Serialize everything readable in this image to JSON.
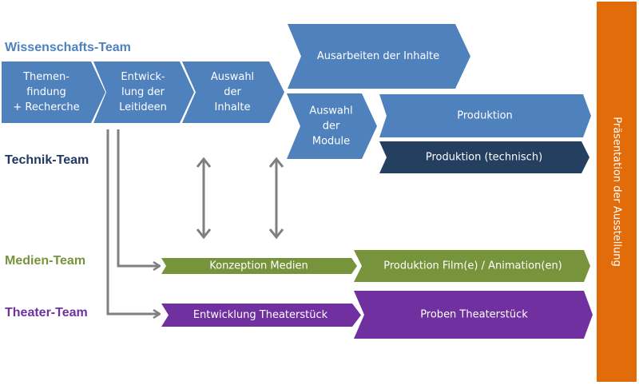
{
  "teams": {
    "wissenschaft": {
      "label": "Wissenschafts-Team",
      "color": "#4f81bd"
    },
    "technik": {
      "label": "Technik-Team",
      "color": "#1f3864"
    },
    "medien": {
      "label": "Medien-Team",
      "color": "#77933c"
    },
    "theater": {
      "label": "Theater-Team",
      "color": "#7030a0"
    }
  },
  "colors": {
    "blue": "#4f81bd",
    "dark_blue": "#243f60",
    "green": "#77933c",
    "purple": "#7030a0",
    "orange": "#e36c0a",
    "connector": "#7f7f7f"
  },
  "steps": {
    "themenfindung": [
      "Themen-",
      "findung",
      "+ Recherche"
    ],
    "leitideen": [
      "Entwick-",
      "lung der",
      "Leitideen"
    ],
    "auswahl_inhalte": [
      "Auswahl",
      "der",
      "Inhalte"
    ],
    "ausarbeiten": [
      "Ausarbeiten der Inhalte"
    ],
    "auswahl_module": [
      "Auswahl",
      "der",
      "Module"
    ],
    "produktion": [
      "Produktion"
    ],
    "produktion_technisch": [
      "Produktion (technisch)"
    ],
    "konzeption_medien": [
      "Konzeption Medien"
    ],
    "produktion_film": [
      "Produktion Film(e) / Animation(en)"
    ],
    "entwicklung_theater": [
      "Entwicklung Theaterstück"
    ],
    "proben_theater": [
      "Proben Theaterstück"
    ]
  },
  "presentation": {
    "label": "Präsentation der Ausstellung"
  }
}
